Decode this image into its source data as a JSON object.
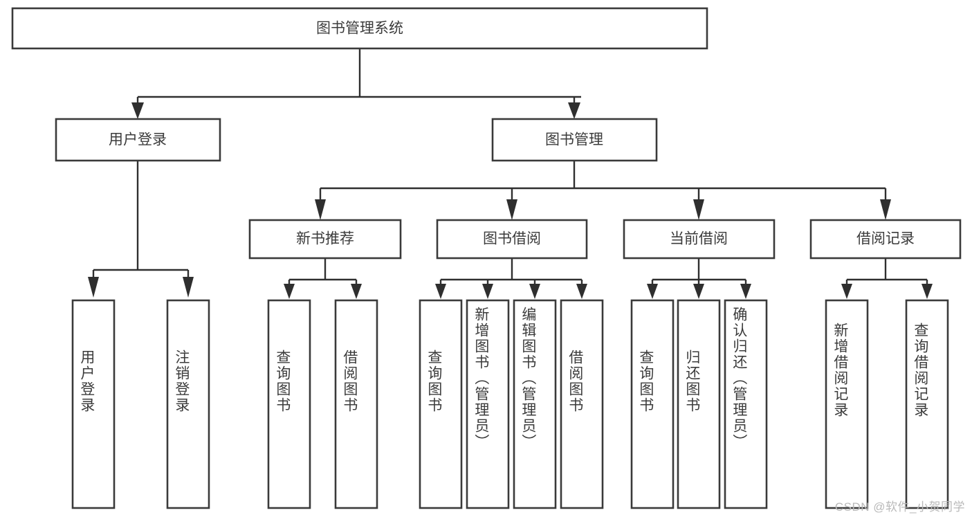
{
  "diagram": {
    "type": "hierarchy-tree",
    "title": "图书管理系统",
    "root": {
      "id": "root",
      "label": "图书管理系统"
    },
    "level2": [
      {
        "id": "user-login",
        "label": "用户登录"
      },
      {
        "id": "book-management",
        "label": "图书管理"
      }
    ],
    "level3": [
      {
        "id": "new-book-recommend",
        "label": "新书推荐",
        "parent": "book-management"
      },
      {
        "id": "book-borrow",
        "label": "图书借阅",
        "parent": "book-management"
      },
      {
        "id": "current-borrow",
        "label": "当前借阅",
        "parent": "book-management"
      },
      {
        "id": "borrow-record",
        "label": "借阅记录",
        "parent": "book-management"
      }
    ],
    "leaves": [
      {
        "id": "leaf-user-login",
        "label": "用户登录",
        "parent": "user-login"
      },
      {
        "id": "leaf-logout-login",
        "label": "注销登录",
        "parent": "user-login"
      },
      {
        "id": "leaf-query-book-1",
        "label": "查询图书",
        "parent": "new-book-recommend"
      },
      {
        "id": "leaf-borrow-book-1",
        "label": "借阅图书",
        "parent": "new-book-recommend"
      },
      {
        "id": "leaf-query-book-2",
        "label": "查询图书",
        "parent": "book-borrow"
      },
      {
        "id": "leaf-add-book",
        "label": "新增图书（管理员）",
        "parent": "book-borrow"
      },
      {
        "id": "leaf-edit-book",
        "label": "编辑图书（管理员）",
        "parent": "book-borrow"
      },
      {
        "id": "leaf-borrow-book-2",
        "label": "借阅图书",
        "parent": "book-borrow"
      },
      {
        "id": "leaf-query-book-3",
        "label": "查询图书",
        "parent": "current-borrow"
      },
      {
        "id": "leaf-return-book",
        "label": "归还图书",
        "parent": "current-borrow"
      },
      {
        "id": "leaf-confirm-return",
        "label": "确认归还（管理员）",
        "parent": "current-borrow"
      },
      {
        "id": "leaf-add-record",
        "label": "新增借阅记录",
        "parent": "borrow-record"
      },
      {
        "id": "leaf-query-record",
        "label": "查询借阅记录",
        "parent": "borrow-record"
      }
    ]
  },
  "watermark": {
    "text": "CSDN @软件_小贺同学"
  },
  "colors": {
    "box_stroke": "#3a3a3a",
    "connector": "#2f2f2f",
    "text": "#3b3b3b",
    "background": "#ffffff",
    "watermark": "#b9b9b9"
  }
}
